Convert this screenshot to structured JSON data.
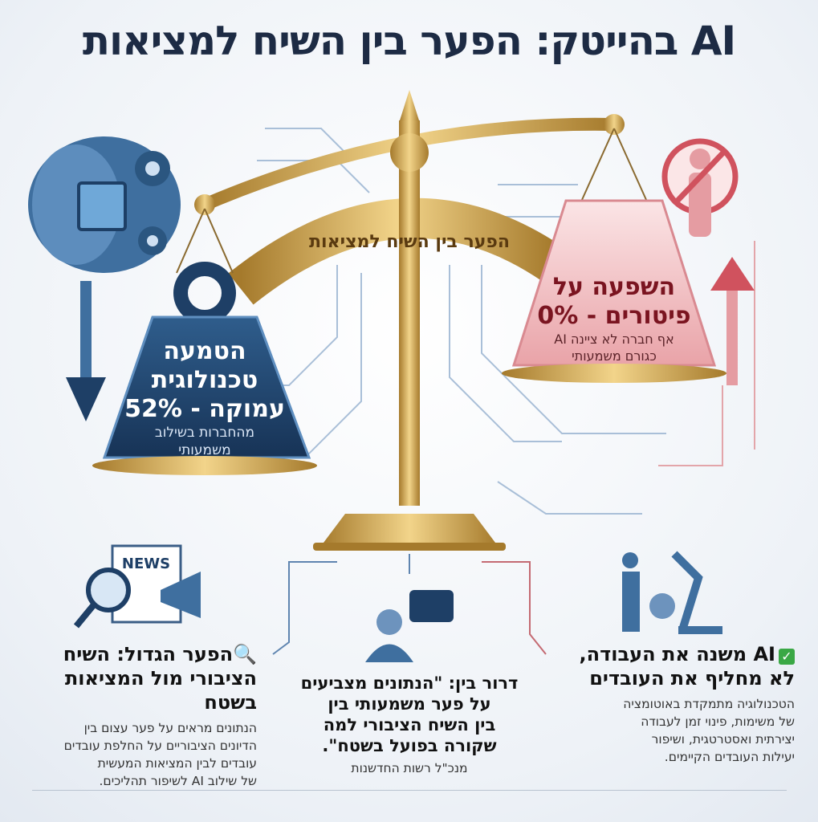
{
  "title": "AI בהייטק: הפער בין השיח למציאות",
  "beam_label": "הפער בין השיח למציאות",
  "left_weight": {
    "title_lines": [
      "הטמעה",
      "טכנולוגית",
      "עמוקה - 52%"
    ],
    "sub_lines": [
      "מהחברות בשילוב",
      "משמעותי"
    ],
    "value_percent": 52
  },
  "right_weight": {
    "title_lines": [
      "השפעה על",
      "פיטורים - 0%"
    ],
    "sub_lines": [
      "אף חברה לא ציינה AI",
      "כגורם משמעותי"
    ],
    "value_percent": 0
  },
  "columns": [
    {
      "title_lines": [
        "הפער הגדול: השיח",
        "הציבורי מול המציאות בשטח"
      ],
      "icon": "magnifier-icon",
      "body_lines": [
        "הנתונים מראים על פער עצום בין",
        "הדיונים הציבוריים על החלפת עובדים",
        "עובדים לבין המציאות המעשית",
        "של שילוב AI לשיפור תהליכים."
      ]
    },
    {
      "title_lines": [
        "דרור בין: \"הנתונים מצביעים",
        "על פער משמעותי בין",
        "בין השיח הציבורי למה",
        "שקורה בפועל בשטח\"."
      ],
      "icon": "quote-bubble-icon",
      "body_lines": [
        "מנכ\"ל רשות החדשנות"
      ]
    },
    {
      "title_lines": [
        "AI משנה את העבודה,",
        "לא מחליף את העובדים"
      ],
      "icon": "check-icon",
      "body_lines": [
        "הטכנולוגיה מתמקדת באוטומציה",
        "של משימות, פינוי זמן לעבודה",
        "יצירתית ואסטרטגית, ושיפור",
        "יעילות העובדים הקיימים."
      ]
    }
  ],
  "news_label": "NEWS",
  "colors": {
    "navy": "#1e3f66",
    "gold": "#c9a04a",
    "red": "#c94a55",
    "check": "#3aa845"
  }
}
